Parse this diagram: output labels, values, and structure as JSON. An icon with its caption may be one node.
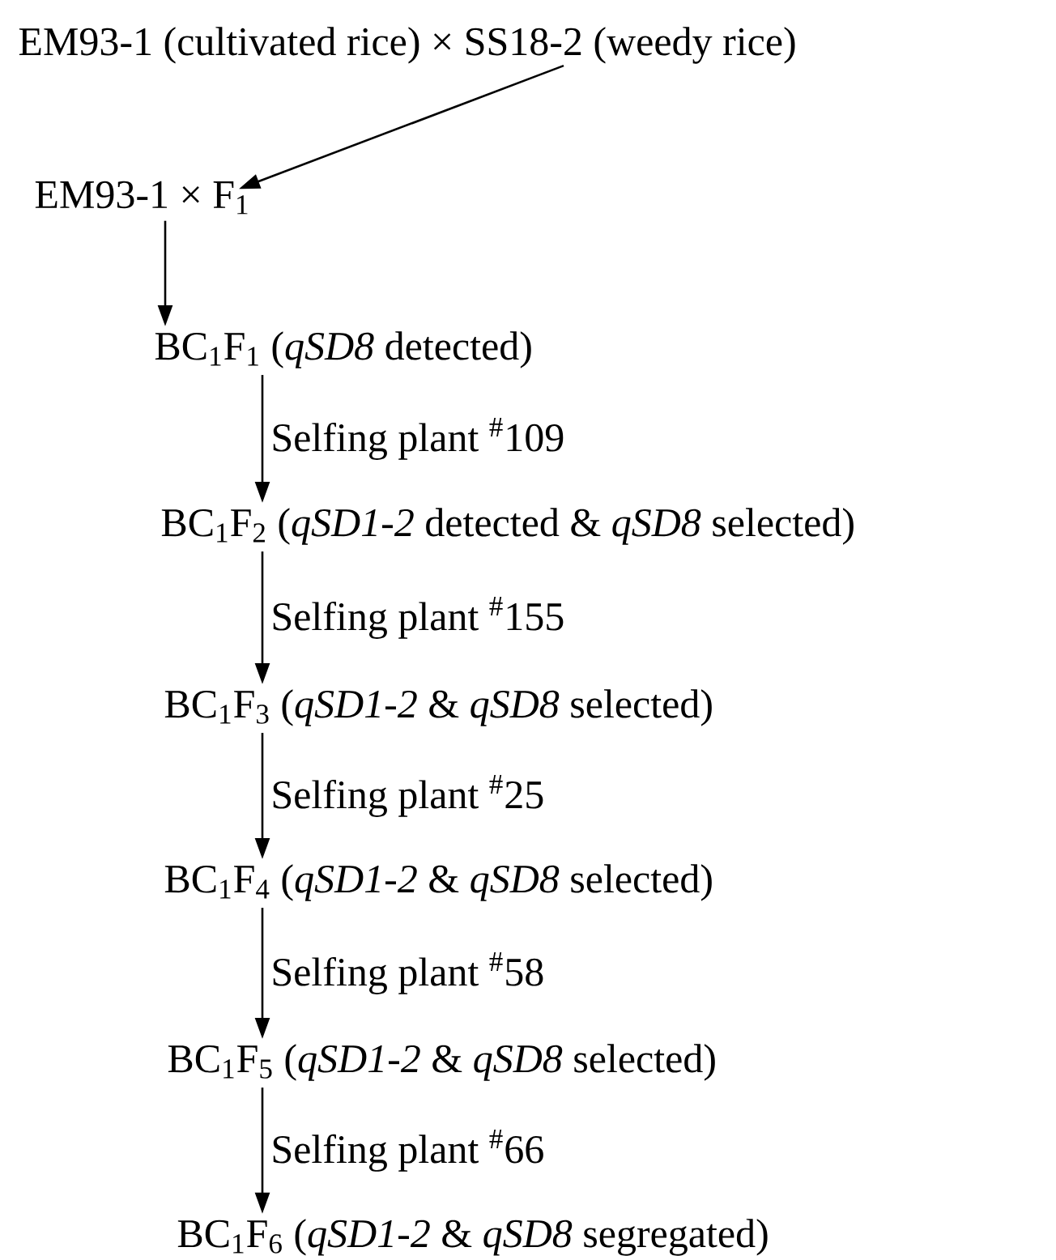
{
  "diagram": {
    "nodes": [
      {
        "text": [
          "EM93-1 (cultivated rice) × SS18-2 (weedy rice)"
        ]
      },
      {
        "text": [
          "EM93-1 × F$_{1}$"
        ]
      },
      {
        "text": [
          "BC$_{1}$F$_{1}$ (*qSD8* detected)"
        ]
      },
      {
        "text": [
          "BC$_{1}$F$_{2}$ (*qSD1-2* detected & *qSD8* selected)"
        ]
      },
      {
        "text": [
          "BC$_{1}$F$_{3}$ (*qSD1-2* & *qSD8* selected)"
        ]
      },
      {
        "text": [
          "BC$_{1}$F$_{4}$ (*qSD1-2* & *qSD8* selected)"
        ]
      },
      {
        "text": [
          "BC$_{1}$F$_{5}$ (*qSD1-2* & *qSD8* selected)"
        ]
      },
      {
        "text": [
          "BC$_{1}$F$_{6}$ (*qSD1-2* & *qSD8* segregated)"
        ]
      }
    ],
    "edges": [
      {
        "from": 0,
        "to": 1,
        "arrow": "to"
      },
      {
        "from": 1,
        "to": 2,
        "arrow": "to"
      },
      {
        "from": 2,
        "to": 3,
        "arrow": "to",
        "label": "Selfing plant $^{#}$109"
      },
      {
        "from": 3,
        "to": 4,
        "arrow": "to",
        "label": "Selfing plant $^{#}$155"
      },
      {
        "from": 4,
        "to": 5,
        "arrow": "to",
        "label": "Selfing plant $^{#}$25"
      },
      {
        "from": 5,
        "to": 6,
        "arrow": "to",
        "label": "Selfing plant $^{#}$58"
      },
      {
        "from": 6,
        "to": 7,
        "arrow": "to",
        "label": "Selfing plant $^{#}$66"
      }
    ]
  }
}
